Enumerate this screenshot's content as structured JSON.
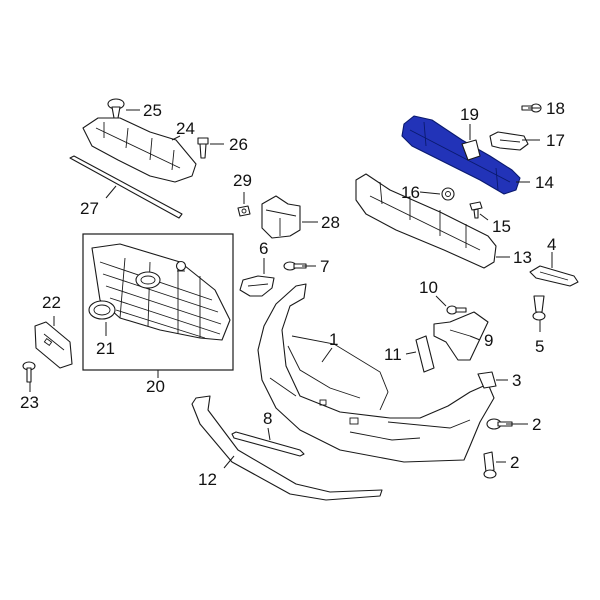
{
  "callouts": {
    "c1": "1",
    "c2a": "2",
    "c2b": "2",
    "c3": "3",
    "c4": "4",
    "c5": "5",
    "c6": "6",
    "c7": "7",
    "c8": "8",
    "c9": "9",
    "c10": "10",
    "c11": "11",
    "c12": "12",
    "c13": "13",
    "c14": "14",
    "c15": "15",
    "c16": "16",
    "c17": "17",
    "c18": "18",
    "c19": "19",
    "c20": "20",
    "c21": "21",
    "c22": "22",
    "c23": "23",
    "c24": "24",
    "c25": "25",
    "c26": "26",
    "c27": "27",
    "c28": "28",
    "c29": "29"
  },
  "colors": {
    "highlight_part": "#2233b8",
    "line": "#1a1a1a",
    "background": "#ffffff"
  },
  "highlighted_part": "14"
}
